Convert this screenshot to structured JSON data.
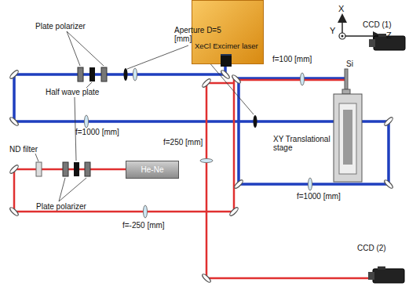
{
  "diagram": {
    "nodes": [
      {
        "text": [
          "XeCl Excimer laser"
        ]
      },
      {
        "text": [
          "He-Ne"
        ]
      },
      {
        "text": [
          "CCD (1)"
        ]
      },
      {
        "text": [
          "CCD (2)"
        ]
      }
    ],
    "labels": [
      "Plate polarizer",
      "Half wave plate",
      "Aperture D=5 [mm]",
      "f=100 [mm]",
      "Si",
      "f=1000 [mm]",
      "f=250 [mm]",
      "XY Translational stage",
      "f=1000 [mm]",
      "ND filter",
      "Plate polarizer",
      "f=-250 [mm]",
      "X",
      "Y",
      "Z"
    ]
  }
}
